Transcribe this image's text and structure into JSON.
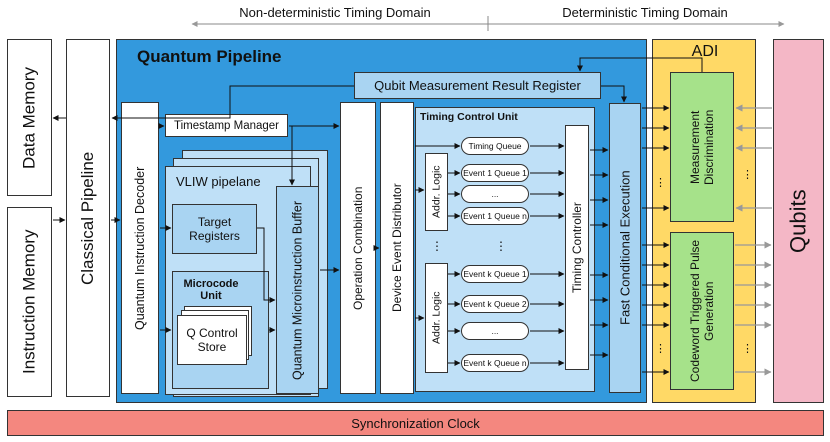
{
  "domains": {
    "left": "Non-deterministic Timing Domain",
    "right": "Deterministic Timing Domain"
  },
  "left_blocks": {
    "data_memory": "Data Memory",
    "instruction_memory": "Instruction Memory",
    "classical_pipeline": "Classical Pipeline"
  },
  "quantum_pipeline": {
    "title": "Quantum Pipeline",
    "result_register": "Qubit Measurement Result Register",
    "instruction_decoder": "Quantum Instruction Decoder",
    "timestamp_manager": "Timestamp Manager",
    "vliw_title": "VLIW pipelane",
    "target_registers": "Target Registers",
    "microcode_unit": "Microcode Unit",
    "q_control_store": "Q Control Store",
    "microinstruction_buffer": "Quantum Microinstruction Buffer",
    "operation_combination": "Operation Combination",
    "device_event_distributor": "Device Event Distributor"
  },
  "timing_control_unit": {
    "title": "Timing Control Unit",
    "addr_logic": "Addr. Logic",
    "timing_queue": "Timing  Queue",
    "event1_queue1": "Event 1 Queue 1",
    "event1_queuen": "Event 1 Queue n",
    "eventk_queue1": "Event k Queue 1",
    "eventk_queue2": "Event k Queue 2",
    "eventk_queuen": "Event k Queue n",
    "ellipsis": "...",
    "vdots": "⋮",
    "timing_controller": "Timing Controller"
  },
  "fast_conditional_execution": "Fast Conditional Execution",
  "adi": {
    "title": "ADI",
    "measurement_discrimination": "Measurement Discrimination",
    "pulse_generation": "Codeword Triggered Pulse Generation"
  },
  "qubits": "Qubits",
  "sync_clock": "Synchronization Clock",
  "colors": {
    "pipeline_blue": "#3399dd",
    "light_blue": "#a9d4f2",
    "tcu_blue": "#bfe0f7",
    "adi_yellow": "#ffd966",
    "green": "#a6e28a",
    "qubits_pink": "#f4b7c6",
    "clock_red": "#f4877f"
  }
}
